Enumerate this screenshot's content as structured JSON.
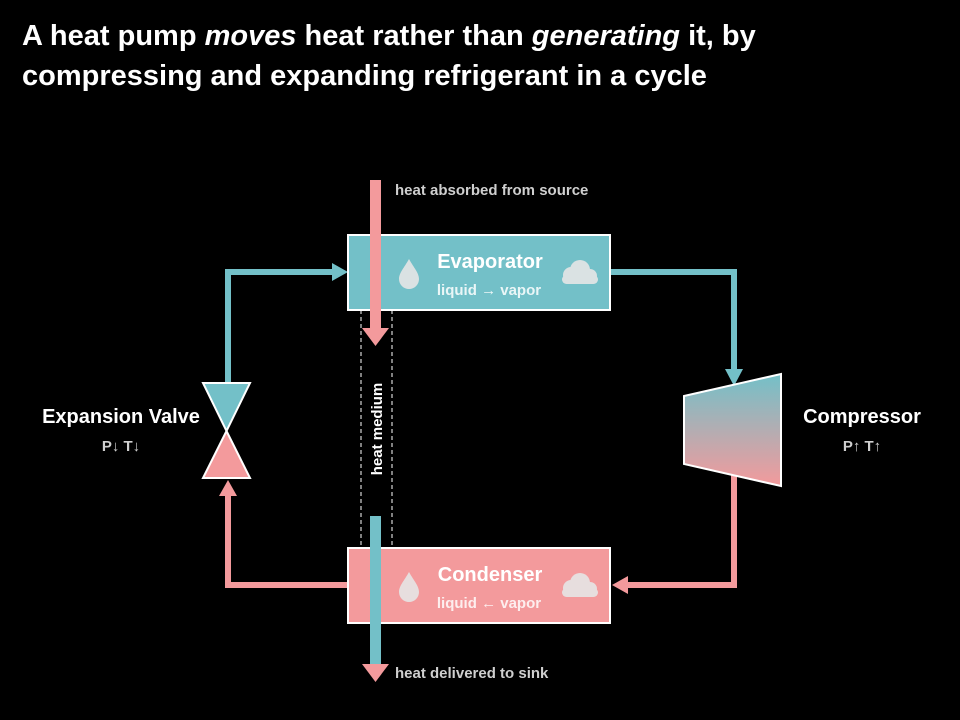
{
  "title": {
    "part1": "A heat pump ",
    "em1": "moves",
    "part2": " heat rather than ",
    "em2": "generating",
    "part3": " it, by compressing and expanding refrigerant in a cycle"
  },
  "source_label": "heat absorbed from source",
  "sink_label": "heat delivered to sink",
  "medium_label": "heat medium",
  "evaporator": {
    "name": "Evaporator",
    "from": "liquid",
    "arrow": "→",
    "to": "vapor"
  },
  "condenser": {
    "name": "Condenser",
    "from": "liquid",
    "arrow": "←",
    "to": "vapor"
  },
  "compressor": {
    "name": "Compressor",
    "state": "P↑ T↑"
  },
  "expansion_valve": {
    "name": "Expansion Valve",
    "state": "P↓ T↓"
  },
  "colors": {
    "cold": "#73c0c8",
    "hot": "#f39a9c",
    "label_muted": "#cfcfcf",
    "background": "#000000"
  }
}
